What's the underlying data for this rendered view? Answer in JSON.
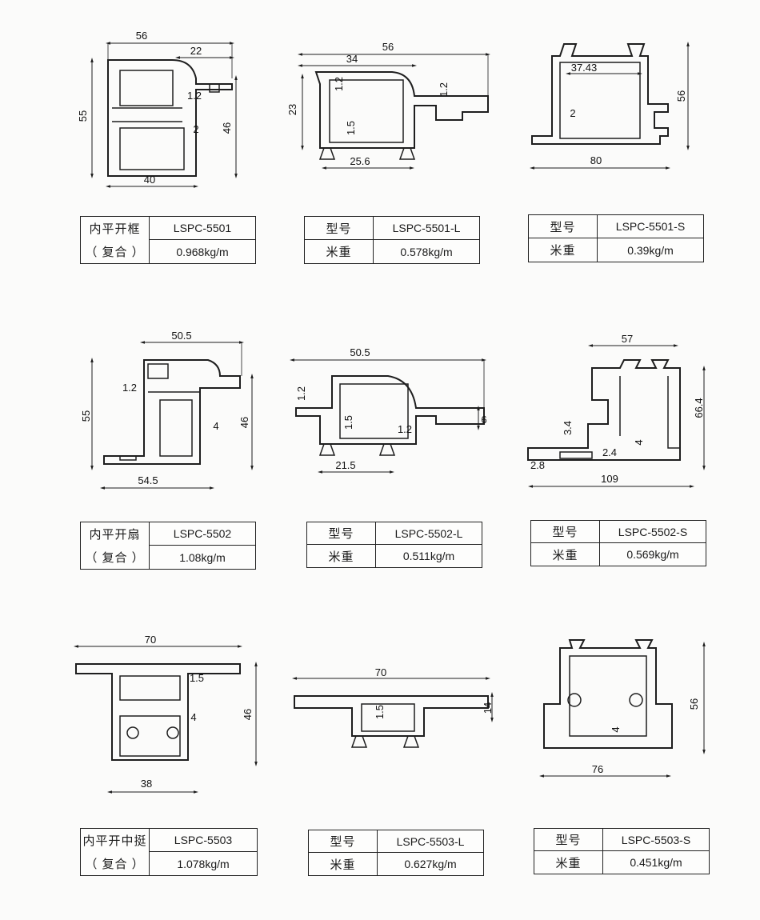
{
  "panels": [
    {
      "table": {
        "label_top": "内平开框",
        "label_bottom": "（ 复合 ）",
        "model": "LSPC-5501",
        "weight": "0.968kg/m"
      },
      "dims": [
        "56",
        "22",
        "55",
        "1.2",
        "2",
        "46",
        "40"
      ]
    },
    {
      "table": {
        "label_top": "型号",
        "label_bottom": "米重",
        "model": "LSPC-5501-L",
        "weight": "0.578kg/m"
      },
      "dims": [
        "56",
        "34",
        "23",
        "1.2",
        "1.5",
        "25.6",
        "1.2"
      ]
    },
    {
      "table": {
        "label_top": "型号",
        "label_bottom": "米重",
        "model": "LSPC-5501-S",
        "weight": "0.39kg/m"
      },
      "dims": [
        "37.43",
        "56",
        "2",
        "80"
      ]
    },
    {
      "table": {
        "label_top": "内平开扇",
        "label_bottom": "（ 复合 ）",
        "model": "LSPC-5502",
        "weight": "1.08kg/m"
      },
      "dims": [
        "50.5",
        "1.2",
        "55",
        "4",
        "46",
        "54.5"
      ]
    },
    {
      "table": {
        "label_top": "型号",
        "label_bottom": "米重",
        "model": "LSPC-5502-L",
        "weight": "0.511kg/m"
      },
      "dims": [
        "50.5",
        "1.2",
        "1.5",
        "6",
        "1.2",
        "21.5"
      ]
    },
    {
      "table": {
        "label_top": "型号",
        "label_bottom": "米重",
        "model": "LSPC-5502-S",
        "weight": "0.569kg/m"
      },
      "dims": [
        "57",
        "66.4",
        "3.4",
        "4",
        "2.4",
        "2.8",
        "109"
      ]
    },
    {
      "table": {
        "label_top": "内平开中挺",
        "label_bottom": "（ 复合 ）",
        "model": "LSPC-5503",
        "weight": "1.078kg/m"
      },
      "dims": [
        "70",
        "1.5",
        "4",
        "46",
        "38"
      ]
    },
    {
      "table": {
        "label_top": "型号",
        "label_bottom": "米重",
        "model": "LSPC-5503-L",
        "weight": "0.627kg/m"
      },
      "dims": [
        "70",
        "1.5",
        "14"
      ]
    },
    {
      "table": {
        "label_top": "型号",
        "label_bottom": "米重",
        "model": "LSPC-5503-S",
        "weight": "0.451kg/m"
      },
      "dims": [
        "56",
        "4",
        "76"
      ]
    }
  ]
}
